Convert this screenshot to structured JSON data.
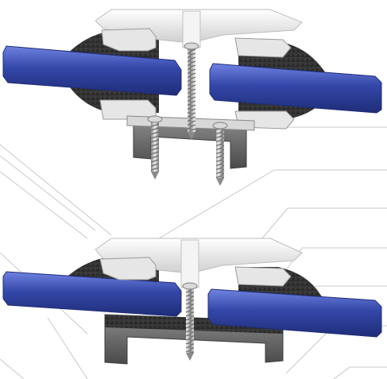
{
  "figure": {
    "assemblies": [
      {
        "id": "upper",
        "description_visible": false
      },
      {
        "id": "lower",
        "description_visible": false
      }
    ],
    "colors": {
      "background": "#ffffff",
      "panel_blue": "#3347a8",
      "panel_blue_light": "#5b6fd0",
      "panel_blue_dark": "#1f2d78",
      "gasket_dark": "#3a3a3a",
      "gasket_mid": "#555555",
      "cap_white": "#f4f4f4",
      "cap_shade": "#cfcfcf",
      "metal_light": "#e6e6e6",
      "metal_mid": "#a9a9a9",
      "base_gray": "#6e6e6e",
      "base_gray_dark": "#4a4a4a",
      "screw": "#c9c9c9",
      "screw_dark": "#7d7d7d",
      "leader_line": "#c8c8c8"
    },
    "icons": [
      "screw-icon",
      "leader-line"
    ]
  }
}
